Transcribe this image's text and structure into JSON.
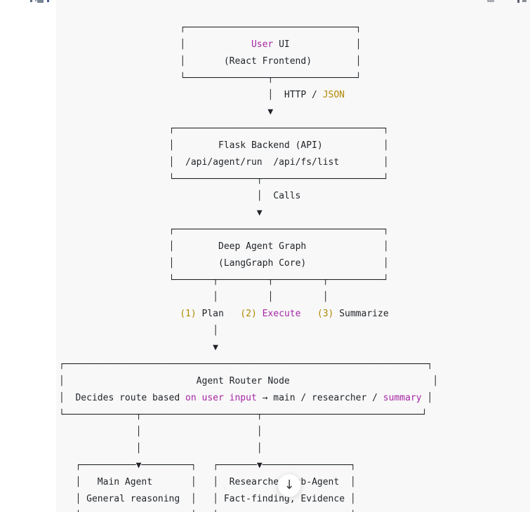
{
  "colors": {
    "bg": "#f8f8f8",
    "margin_bg": "#ffffff",
    "text": "#1f2328",
    "magenta": "#a626a4",
    "gold": "#b08800",
    "btn_fg": "#3c3c3c"
  },
  "scroll_button": {
    "icon": "down-arrow",
    "glyph": "↓"
  },
  "flow": {
    "nodes": [
      {
        "title": "User UI",
        "subtitle": "(React Frontend)"
      },
      {
        "title": "Flask Backend (API)",
        "subtitle": "/api/agent/run  /api/fs/list"
      },
      {
        "title": "Deep Agent Graph",
        "subtitle": "(LangGraph Core)"
      },
      {
        "title": "Agent Router Node",
        "subtitle": "Decides route based on user input → main / researcher / summary"
      },
      {
        "title": "Main Agent",
        "subtitle": "General reasoning"
      },
      {
        "title": "Researcher Sub-Agent",
        "subtitle": "Fact-finding, Evidence"
      }
    ],
    "edge_labels": [
      "HTTP / JSON",
      "Calls",
      "(1) Plan",
      "(2) Execute",
      "(3) Summarize"
    ]
  },
  "diagram": {
    "lines": [
      [
        {
          "sp": 22
        },
        {
          "t": "┌"
        },
        {
          "rep": [
            "─",
            31
          ]
        },
        {
          "t": "┐"
        }
      ],
      [
        {
          "sp": 22
        },
        {
          "t": "│"
        },
        {
          "sp": 12
        },
        {
          "t": "User",
          "c": "m"
        },
        {
          "t": " UI"
        },
        {
          "sp": 12
        },
        {
          "t": "│"
        }
      ],
      [
        {
          "sp": 22
        },
        {
          "t": "│"
        },
        {
          "sp": 7
        },
        {
          "t": "(React Frontend)"
        },
        {
          "sp": 8
        },
        {
          "t": "│"
        }
      ],
      [
        {
          "sp": 22
        },
        {
          "t": "└"
        },
        {
          "rep": [
            "─",
            15
          ]
        },
        {
          "t": "┬"
        },
        {
          "rep": [
            "─",
            15
          ]
        },
        {
          "t": "┘"
        }
      ],
      [
        {
          "sp": 38
        },
        {
          "t": "│"
        },
        {
          "sp": 2
        },
        {
          "t": "HTTP / "
        },
        {
          "t": "JSON",
          "c": "g"
        }
      ],
      [
        {
          "sp": 38
        },
        {
          "t": "▼"
        }
      ],
      [
        {
          "sp": 20
        },
        {
          "t": "┌"
        },
        {
          "rep": [
            "─",
            38
          ]
        },
        {
          "t": "┐"
        }
      ],
      [
        {
          "sp": 20
        },
        {
          "t": "│"
        },
        {
          "sp": 8
        },
        {
          "t": "Flask Backend (API)"
        },
        {
          "sp": 11
        },
        {
          "t": "│"
        }
      ],
      [
        {
          "sp": 20
        },
        {
          "t": "│"
        },
        {
          "sp": 2
        },
        {
          "t": "/api/agent/run  /api/fs/list"
        },
        {
          "sp": 8
        },
        {
          "t": "│"
        }
      ],
      [
        {
          "sp": 20
        },
        {
          "t": "└"
        },
        {
          "rep": [
            "─",
            15
          ]
        },
        {
          "t": "┬"
        },
        {
          "rep": [
            "─",
            22
          ]
        },
        {
          "t": "┘"
        }
      ],
      [
        {
          "sp": 36
        },
        {
          "t": "│"
        },
        {
          "sp": 2
        },
        {
          "t": "Calls"
        }
      ],
      [
        {
          "sp": 36
        },
        {
          "t": "▼"
        }
      ],
      [
        {
          "sp": 20
        },
        {
          "t": "┌"
        },
        {
          "rep": [
            "─",
            38
          ]
        },
        {
          "t": "┐"
        }
      ],
      [
        {
          "sp": 20
        },
        {
          "t": "│"
        },
        {
          "sp": 8
        },
        {
          "t": "Deep Agent Graph"
        },
        {
          "sp": 14
        },
        {
          "t": "│"
        }
      ],
      [
        {
          "sp": 20
        },
        {
          "t": "│"
        },
        {
          "sp": 8
        },
        {
          "t": "(LangGraph Core)"
        },
        {
          "sp": 14
        },
        {
          "t": "│"
        }
      ],
      [
        {
          "sp": 20
        },
        {
          "t": "└"
        },
        {
          "rep": [
            "─",
            7
          ]
        },
        {
          "t": "┬"
        },
        {
          "rep": [
            "─",
            9
          ]
        },
        {
          "t": "┬"
        },
        {
          "rep": [
            "─",
            9
          ]
        },
        {
          "t": "┬"
        },
        {
          "rep": [
            "─",
            10
          ]
        },
        {
          "t": "┘"
        }
      ],
      [
        {
          "sp": 28
        },
        {
          "t": "│"
        },
        {
          "sp": 9
        },
        {
          "t": "│"
        },
        {
          "sp": 9
        },
        {
          "t": "│"
        }
      ],
      [
        {
          "sp": 22
        },
        {
          "t": "(1)",
          "c": "g"
        },
        {
          "t": " Plan"
        },
        {
          "sp": 3
        },
        {
          "t": "(2)",
          "c": "g"
        },
        {
          "t": " "
        },
        {
          "t": "Execute",
          "c": "m"
        },
        {
          "sp": 3
        },
        {
          "t": "(3)",
          "c": "g"
        },
        {
          "t": " Summarize"
        }
      ],
      [
        {
          "sp": 28
        },
        {
          "t": "│"
        }
      ],
      [
        {
          "sp": 28
        },
        {
          "t": "▼"
        }
      ],
      [
        {
          "t": "┌"
        },
        {
          "rep": [
            "─",
            66
          ]
        },
        {
          "t": "┐"
        }
      ],
      [
        {
          "t": "│"
        },
        {
          "sp": 24
        },
        {
          "t": "Agent Router Node"
        },
        {
          "sp": 26
        },
        {
          "t": "│"
        }
      ],
      [
        {
          "t": "│"
        },
        {
          "sp": 2
        },
        {
          "t": "Decides route based "
        },
        {
          "t": "on user input",
          "c": "m"
        },
        {
          "t": " → main / researcher / "
        },
        {
          "t": "summary",
          "c": "m"
        },
        {
          "t": " │"
        }
      ],
      [
        {
          "t": "└"
        },
        {
          "rep": [
            "─",
            13
          ]
        },
        {
          "t": "┬"
        },
        {
          "rep": [
            "─",
            21
          ]
        },
        {
          "t": "┬"
        },
        {
          "rep": [
            "─",
            29
          ]
        },
        {
          "t": "┘"
        }
      ],
      [
        {
          "sp": 14
        },
        {
          "t": "│"
        },
        {
          "sp": 21
        },
        {
          "t": "│"
        }
      ],
      [
        {
          "sp": 14
        },
        {
          "t": "│"
        },
        {
          "sp": 21
        },
        {
          "t": "│"
        }
      ],
      [
        {
          "sp": 3
        },
        {
          "t": "┌"
        },
        {
          "rep": [
            "─",
            10
          ]
        },
        {
          "t": "▼"
        },
        {
          "rep": [
            "─",
            9
          ]
        },
        {
          "t": "┐"
        },
        {
          "sp": 3
        },
        {
          "t": "┌"
        },
        {
          "rep": [
            "─",
            7
          ]
        },
        {
          "t": "▼"
        },
        {
          "rep": [
            "─",
            16
          ]
        },
        {
          "t": "┐"
        }
      ],
      [
        {
          "sp": 3
        },
        {
          "t": "│"
        },
        {
          "sp": 3
        },
        {
          "t": "Main Agent"
        },
        {
          "sp": 7
        },
        {
          "t": "│"
        },
        {
          "sp": 3
        },
        {
          "t": "│"
        },
        {
          "sp": 2
        },
        {
          "t": "Researcher Sub-Agent"
        },
        {
          "sp": 2
        },
        {
          "t": "│"
        }
      ],
      [
        {
          "sp": 3
        },
        {
          "t": "│"
        },
        {
          "sp": 1
        },
        {
          "t": "General reasoning"
        },
        {
          "sp": 2
        },
        {
          "t": "│"
        },
        {
          "sp": 3
        },
        {
          "t": "│"
        },
        {
          "sp": 1
        },
        {
          "t": "Fact-finding, Evidence"
        },
        {
          "sp": 1
        },
        {
          "t": "│"
        }
      ],
      [
        {
          "sp": 3
        },
        {
          "t": "│"
        },
        {
          "sp": 20
        },
        {
          "t": "│"
        },
        {
          "sp": 3
        },
        {
          "t": "│"
        },
        {
          "sp": 24
        },
        {
          "t": "│"
        }
      ]
    ]
  }
}
